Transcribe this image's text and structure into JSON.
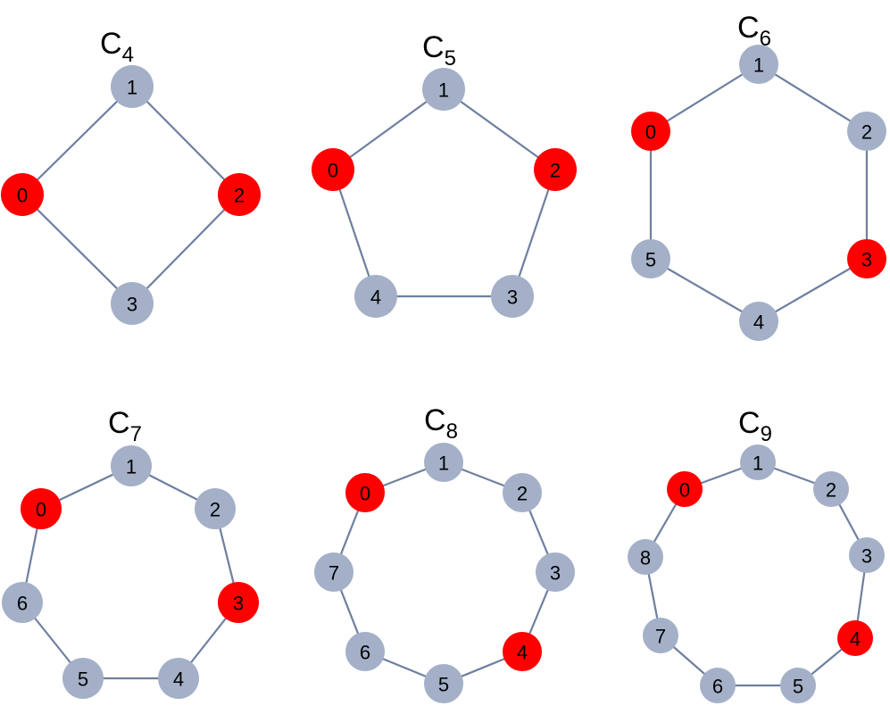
{
  "colors": {
    "node_default": "#a3b0c8",
    "node_highlight": "#ff0000",
    "edge": "#6e7f9f"
  },
  "graphs": [
    {
      "title_main": "C",
      "title_sub": "4",
      "n": 4,
      "highlighted": [
        0,
        2
      ],
      "labels": [
        "0",
        "1",
        "2",
        "3"
      ]
    },
    {
      "title_main": "C",
      "title_sub": "5",
      "n": 5,
      "highlighted": [
        0,
        2
      ],
      "labels": [
        "0",
        "1",
        "2",
        "3",
        "4"
      ]
    },
    {
      "title_main": "C",
      "title_sub": "6",
      "n": 6,
      "highlighted": [
        0,
        3
      ],
      "labels": [
        "0",
        "1",
        "2",
        "3",
        "4",
        "5"
      ]
    },
    {
      "title_main": "C",
      "title_sub": "7",
      "n": 7,
      "highlighted": [
        0,
        3
      ],
      "labels": [
        "0",
        "1",
        "2",
        "3",
        "4",
        "5",
        "6"
      ]
    },
    {
      "title_main": "C",
      "title_sub": "8",
      "n": 8,
      "highlighted": [
        0,
        4
      ],
      "labels": [
        "0",
        "1",
        "2",
        "3",
        "4",
        "5",
        "6",
        "7"
      ]
    },
    {
      "title_main": "C",
      "title_sub": "9",
      "n": 9,
      "highlighted": [
        0,
        4
      ],
      "labels": [
        "0",
        "1",
        "2",
        "3",
        "4",
        "5",
        "6",
        "7",
        "8"
      ]
    }
  ]
}
